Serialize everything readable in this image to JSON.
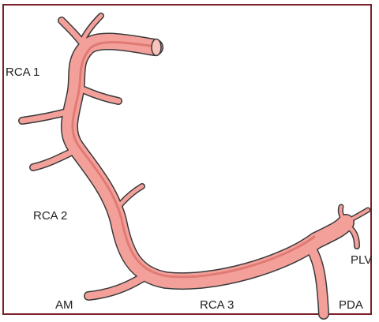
{
  "labels": {
    "rca1": "RCA 1",
    "rca2": "RCA 2",
    "rca3": "RCA 3",
    "am": "AM",
    "pda": "PDA",
    "plv": "PLV"
  },
  "colors": {
    "frame": "#7a1f2b",
    "vessel_fill": "#f4a09a",
    "vessel_shade": "#e07a74",
    "vessel_outline": "#3a3a3a",
    "text": "#222222"
  }
}
